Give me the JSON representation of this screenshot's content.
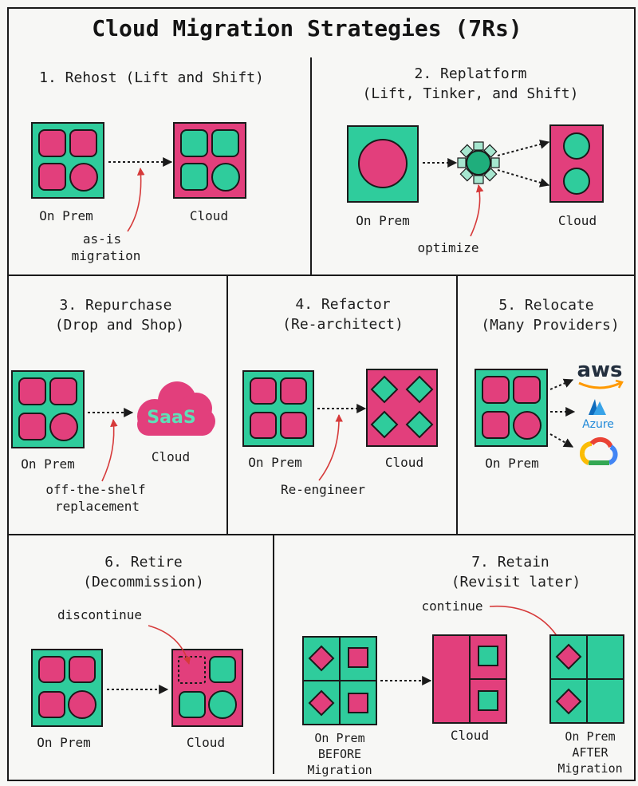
{
  "title": "Cloud Migration Strategies (7Rs)",
  "colors": {
    "teal": "#2fcc9c",
    "pink": "#e23f7c",
    "ink": "#1a1a1a",
    "arrow_red": "#d63a3a"
  },
  "panels": {
    "rehost": {
      "title": "1. Rehost (Lift and Shift)",
      "label_source": "On Prem",
      "label_target": "Cloud",
      "note_line1": "as-is",
      "note_line2": "migration"
    },
    "replatform": {
      "title_line1": "2. Replatform",
      "title_line2": "(Lift, Tinker, and Shift)",
      "label_source": "On Prem",
      "label_target": "Cloud",
      "note": "optimize"
    },
    "repurchase": {
      "title_line1": "3. Repurchase",
      "title_line2": "(Drop and Shop)",
      "label_source": "On Prem",
      "label_target": "Cloud",
      "saas_text": "SaaS",
      "note_line1": "off-the-shelf",
      "note_line2": "replacement"
    },
    "refactor": {
      "title_line1": "4. Refactor",
      "title_line2": "(Re-architect)",
      "label_source": "On Prem",
      "label_target": "Cloud",
      "note": "Re-engineer"
    },
    "relocate": {
      "title_line1": "5. Relocate",
      "title_line2": "(Many Providers)",
      "label_source": "On Prem",
      "aws_logo_text": "aws",
      "azure_logo_text": "Azure"
    },
    "retire": {
      "title_line1": "6. Retire",
      "title_line2": "(Decommission)",
      "label_source": "On Prem",
      "label_target": "Cloud",
      "note": "discontinue"
    },
    "retain": {
      "title_line1": "7. Retain",
      "title_line2": "(Revisit later)",
      "note": "continue",
      "before_line1": "On Prem",
      "before_line2": "BEFORE",
      "before_line3": "Migration",
      "label_cloud": "Cloud",
      "after_line1": "On Prem",
      "after_line2": "AFTER",
      "after_line3": "Migration"
    }
  }
}
